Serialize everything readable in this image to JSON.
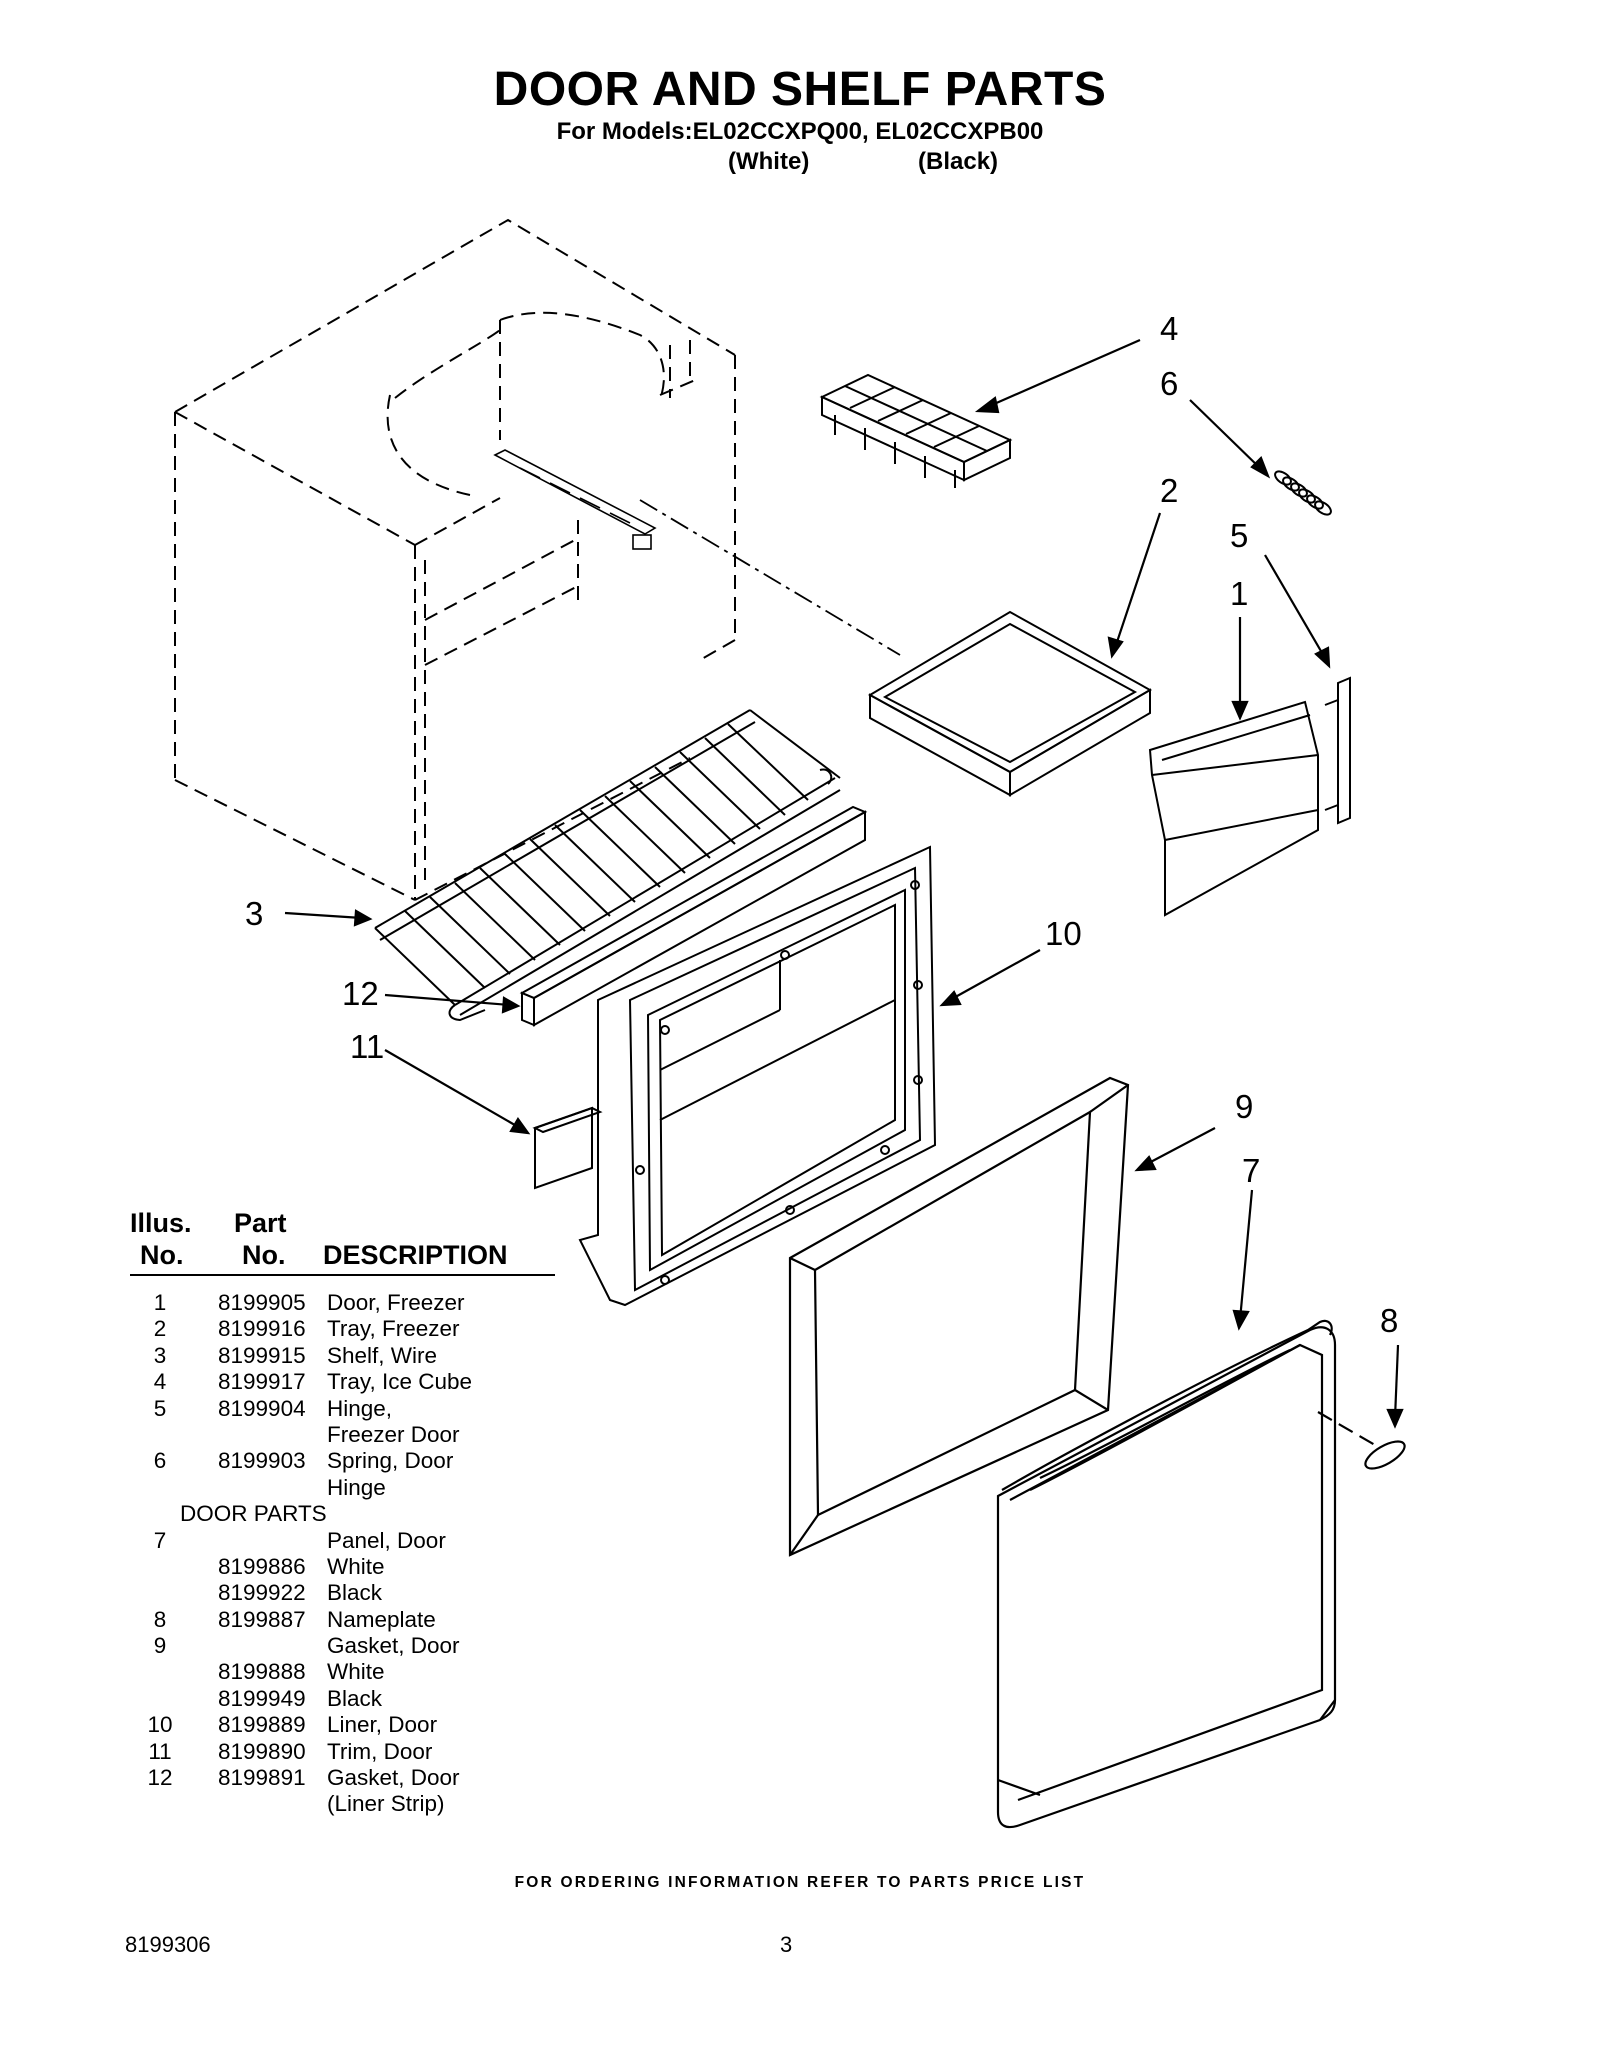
{
  "header": {
    "title": "DOOR AND SHELF PARTS",
    "models_line": "For Models:EL02CCXPQ00, EL02CCXPB00",
    "color_white": "(White)",
    "color_black": "(Black)"
  },
  "callouts": {
    "c1": "1",
    "c2": "2",
    "c3": "3",
    "c4": "4",
    "c5": "5",
    "c6": "6",
    "c7": "7",
    "c8": "8",
    "c9": "9",
    "c10": "10",
    "c11": "11",
    "c12": "12"
  },
  "table": {
    "col1_line1": "Illus.",
    "col1_line2": "No.",
    "col2_line1": "Part",
    "col2_line2": "No.",
    "col3": "DESCRIPTION",
    "rows": [
      {
        "illus": "1",
        "part": "8199905",
        "desc": "Door, Freezer"
      },
      {
        "illus": "2",
        "part": "8199916",
        "desc": "Tray, Freezer"
      },
      {
        "illus": "3",
        "part": "8199915",
        "desc": "Shelf, Wire"
      },
      {
        "illus": "4",
        "part": "8199917",
        "desc": "Tray, Ice Cube"
      },
      {
        "illus": "5",
        "part": "8199904",
        "desc": "Hinge,"
      },
      {
        "illus": "",
        "part": "",
        "desc": "Freezer Door"
      },
      {
        "illus": "6",
        "part": "8199903",
        "desc": "Spring, Door"
      },
      {
        "illus": "",
        "part": "",
        "desc": "Hinge"
      },
      {
        "section": "DOOR PARTS"
      },
      {
        "illus": "7",
        "part": "",
        "desc": "Panel, Door"
      },
      {
        "illus": "",
        "part": "8199886",
        "desc": "White"
      },
      {
        "illus": "",
        "part": "8199922",
        "desc": "Black"
      },
      {
        "illus": "8",
        "part": "8199887",
        "desc": "Nameplate"
      },
      {
        "illus": "9",
        "part": "",
        "desc": "Gasket, Door"
      },
      {
        "illus": "",
        "part": "8199888",
        "desc": "White"
      },
      {
        "illus": "",
        "part": "8199949",
        "desc": "Black"
      },
      {
        "illus": "10",
        "part": "8199889",
        "desc": "Liner, Door"
      },
      {
        "illus": "11",
        "part": "8199890",
        "desc": "Trim, Door"
      },
      {
        "illus": "12",
        "part": "8199891",
        "desc": "Gasket, Door"
      },
      {
        "illus": "",
        "part": "",
        "desc": "(Liner Strip)"
      }
    ]
  },
  "footer": {
    "ordering": "FOR ORDERING INFORMATION REFER TO PARTS PRICE LIST",
    "doc_number": "8199306",
    "page_number": "3"
  }
}
